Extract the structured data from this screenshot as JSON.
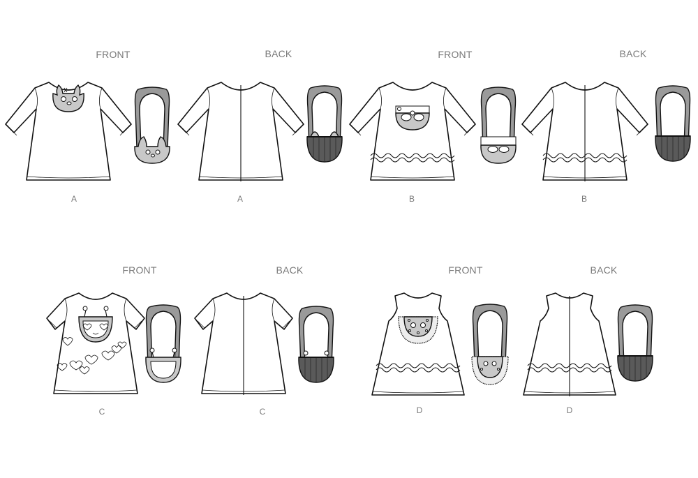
{
  "figure": {
    "type": "sewing-pattern-line-drawing",
    "rows": [
      {
        "views": [
          {
            "id": "A-front",
            "heading": "FRONT",
            "view": "A",
            "garment": "long-sleeve A-line dress",
            "pocket": "cat face",
            "bag": "cat face crossbody bag"
          },
          {
            "id": "A-back",
            "heading": "BACK",
            "view": "A",
            "garment": "long-sleeve A-line dress, back seam",
            "bag": "striped back with cat ears"
          },
          {
            "id": "B-front",
            "heading": "FRONT",
            "view": "B",
            "garment": "long-sleeve A-line dress with ric-rac trim",
            "pocket": "bird nest",
            "bag": "bird nest crossbody bag"
          },
          {
            "id": "B-back",
            "heading": "BACK",
            "view": "B",
            "garment": "long-sleeve A-line dress with ric-rac trim, back seam",
            "bag": "striped back"
          }
        ]
      },
      {
        "views": [
          {
            "id": "C-front",
            "heading": "FRONT",
            "view": "C",
            "garment": "short-sleeve A-line dress with hearts",
            "pocket": "bug with heart eyes",
            "bag": "bug crossbody bag"
          },
          {
            "id": "C-back",
            "heading": "BACK",
            "view": "C",
            "garment": "short-sleeve A-line dress, back seam",
            "bag": "striped back with antennae"
          },
          {
            "id": "D-front",
            "heading": "FRONT",
            "view": "D",
            "garment": "sleeveless A-line jumper with ric-rac trim",
            "pocket": "dotted face with lace trim",
            "bag": "dotted face crossbody bag"
          },
          {
            "id": "D-back",
            "heading": "BACK",
            "view": "D",
            "garment": "sleeveless A-line jumper with ric-rac trim, back seam",
            "bag": "striped back"
          }
        ]
      }
    ],
    "colors": {
      "label": "#7a7a7a",
      "outline": "#111111",
      "pocket_fill": "#c8c8c8",
      "bag_back_fill": "#5a5a5a",
      "strap_fill": "#9a9a9a",
      "background": "#ffffff"
    }
  },
  "labels": {
    "h1": "FRONT",
    "h2": "BACK",
    "h3": "FRONT",
    "h4": "BACK",
    "h5": "FRONT",
    "h6": "BACK",
    "h7": "FRONT",
    "h8": "BACK",
    "v1": "A",
    "v2": "A",
    "v3": "B",
    "v4": "B",
    "v5": "C",
    "v6": "C",
    "v7": "D",
    "v8": "D"
  }
}
